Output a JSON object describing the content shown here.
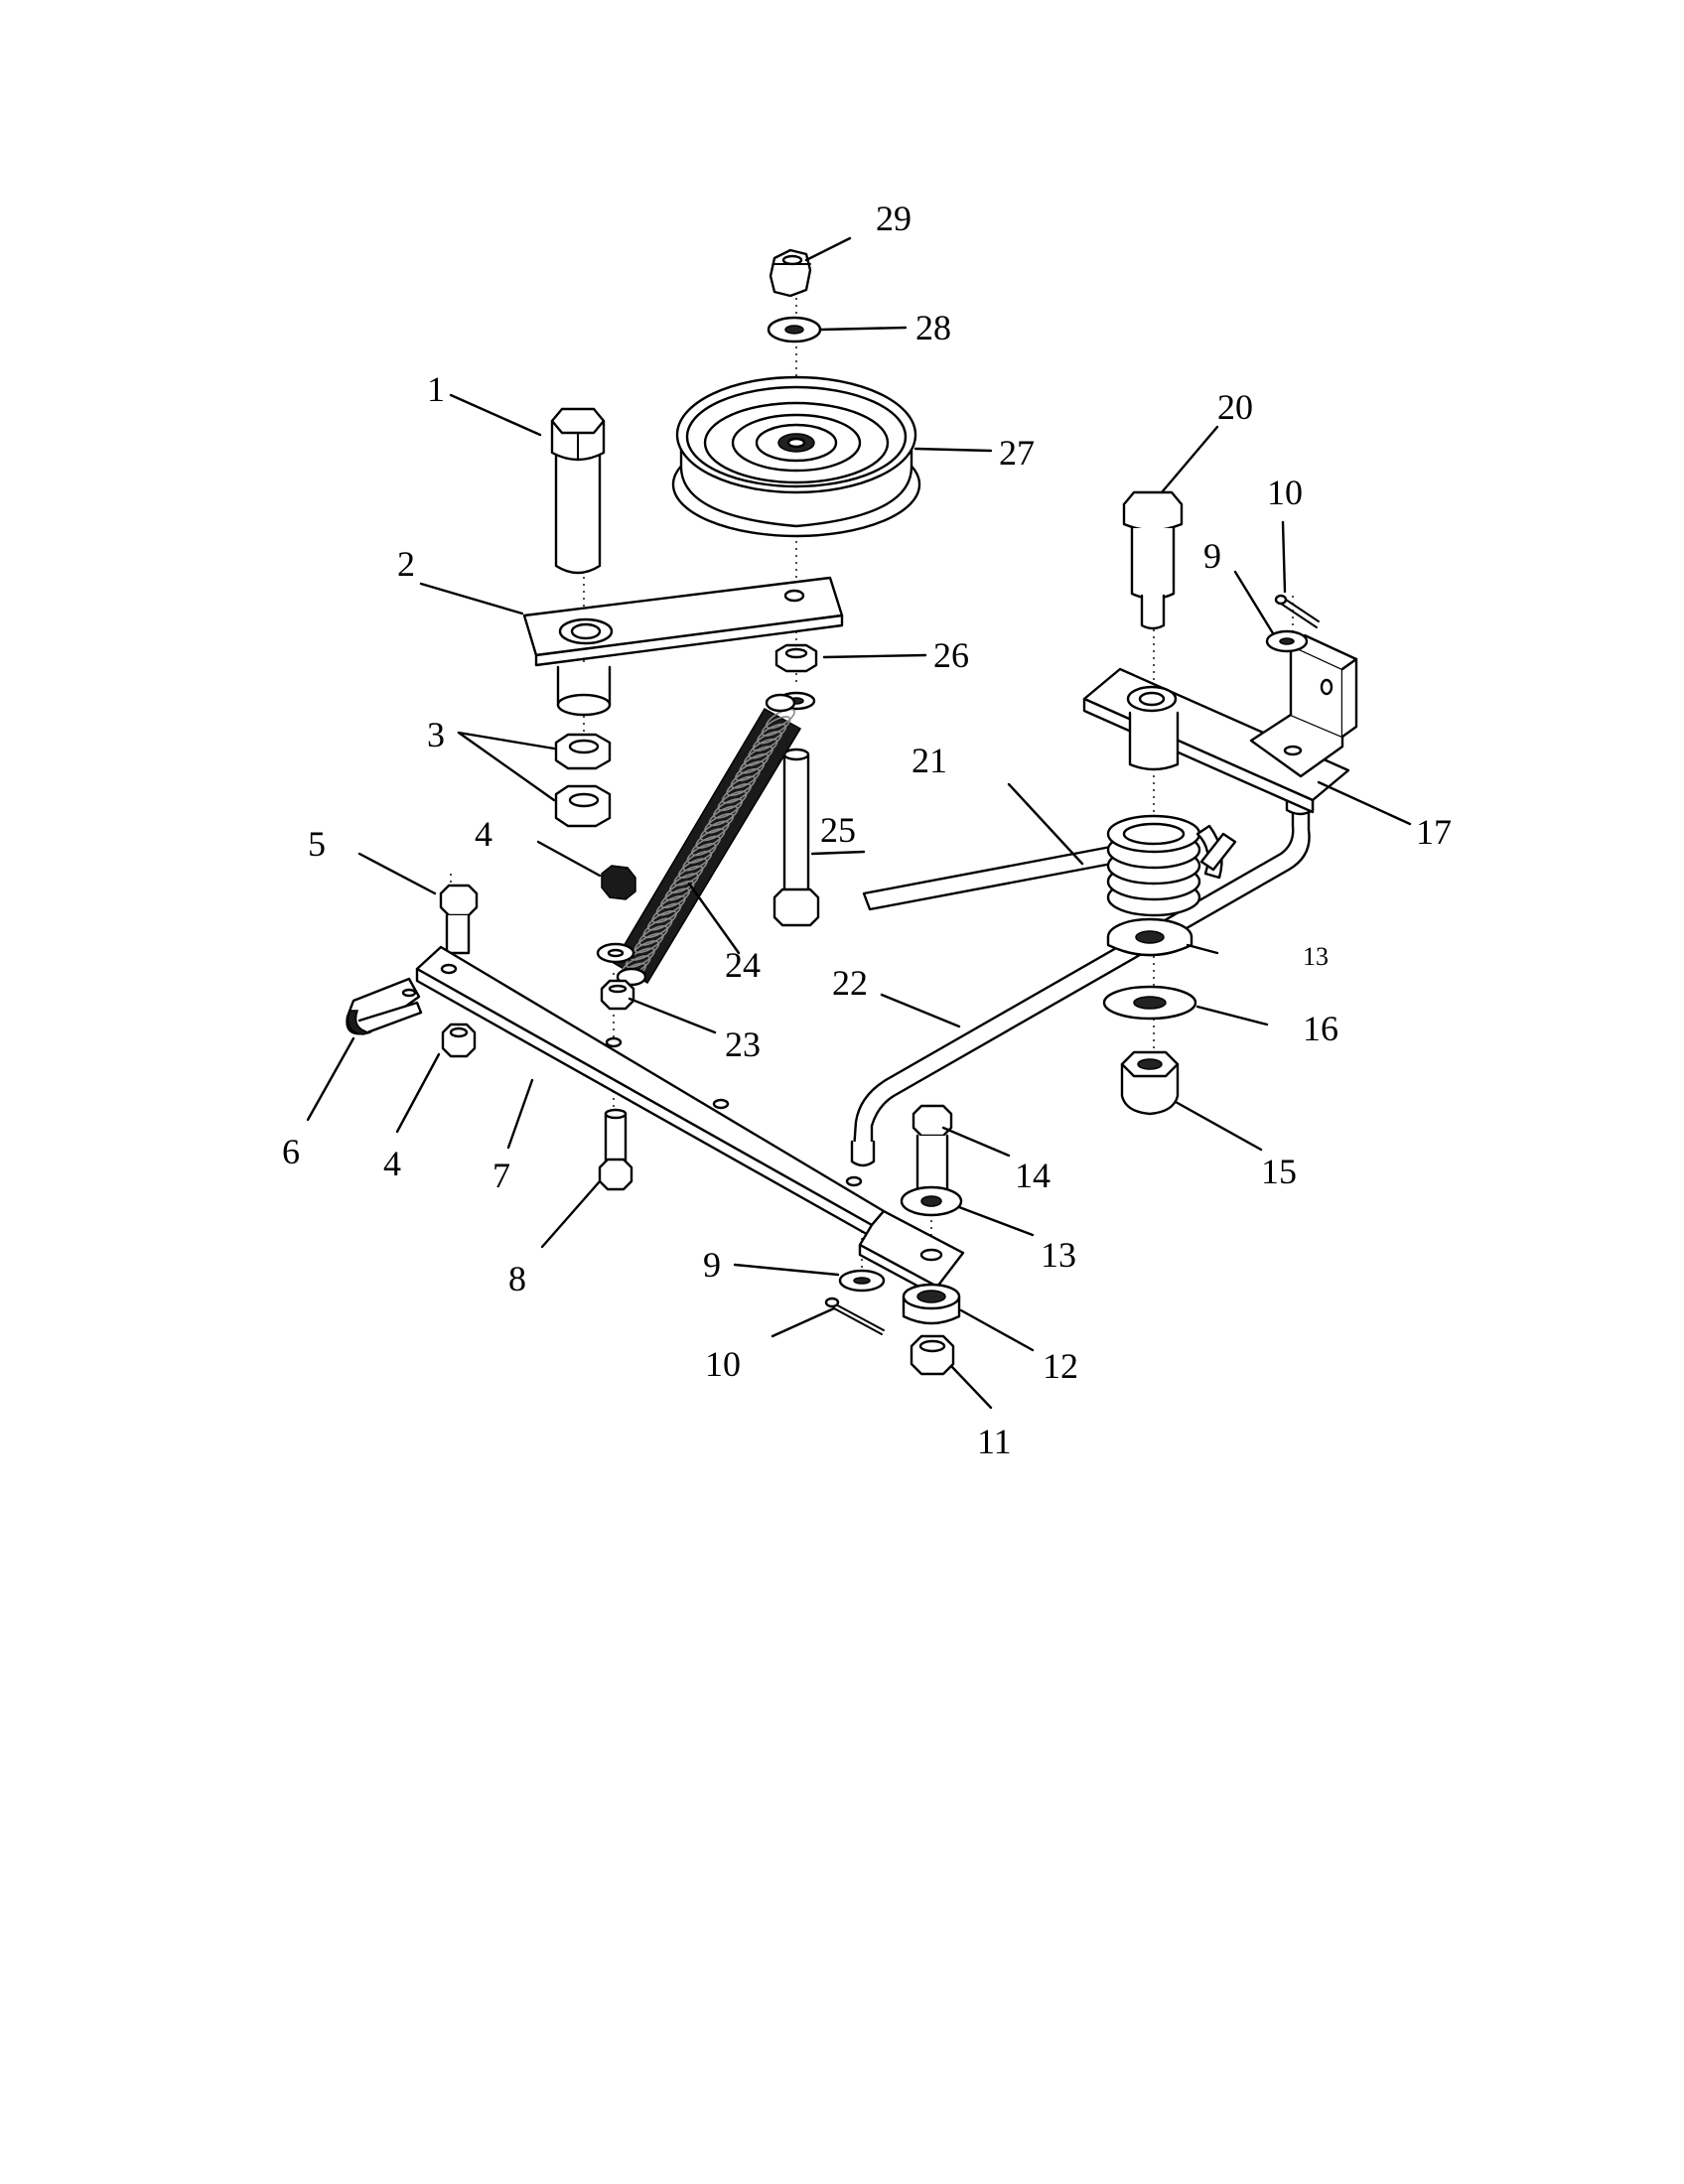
{
  "callouts": {
    "c1": "1",
    "c2": "2",
    "c3": "3",
    "c4a": "4",
    "c4b": "4",
    "c5": "5",
    "c6": "6",
    "c7": "7",
    "c8": "8",
    "c9a": "9",
    "c9b": "9",
    "c10a": "10",
    "c10b": "10",
    "c11": "11",
    "c12": "12",
    "c13a": "13",
    "c13b": "13",
    "c14": "14",
    "c15": "15",
    "c16": "16",
    "c17": "17",
    "c20": "20",
    "c21": "21",
    "c22": "22",
    "c23": "23",
    "c24": "24",
    "c25": "25",
    "c26": "26",
    "c27": "27",
    "c28": "28",
    "c29": "29"
  },
  "colors": {
    "line": "#000000",
    "background": "#ffffff"
  }
}
